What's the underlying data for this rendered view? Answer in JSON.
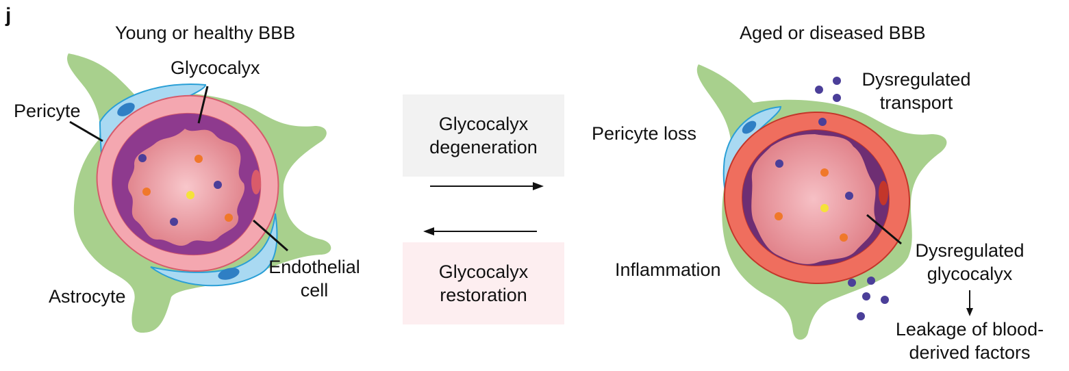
{
  "panel_letter": "j",
  "left": {
    "title": "Young or healthy BBB",
    "labels": {
      "glycocalyx": "Glycocalyx",
      "pericyte": "Pericyte",
      "endothelial": [
        "Endothelial",
        "cell"
      ],
      "astrocyte": "Astrocyte"
    }
  },
  "middle": {
    "degeneration": [
      "Glycocalyx",
      "degeneration"
    ],
    "restoration": [
      "Glycocalyx",
      "restoration"
    ]
  },
  "right": {
    "title": "Aged or diseased BBB",
    "labels": {
      "transport": [
        "Dysregulated",
        "transport"
      ],
      "pericyte_loss": "Pericyte loss",
      "inflammation": "Inflammation",
      "dysregulated_glycocalyx": [
        "Dysregulated",
        "glycocalyx"
      ],
      "leakage": [
        "Leakage of blood-",
        "derived factors"
      ]
    }
  },
  "colors": {
    "astrocyte": "#a8d08d",
    "pericyte": "#a9d9f2",
    "pericyte_nucleus": "#2f7fc4",
    "endothelial_healthy": "#f4a7b0",
    "endothelial_diseased": "#ef6e5e",
    "glycocalyx": "#8e3a8e",
    "lumen": "#e88e94",
    "factor_purple": "#4b3f99",
    "factor_orange": "#f0782a",
    "factor_yellow": "#f5e23a",
    "degeneration_box": "#f2f2f2",
    "restoration_box": "#fdeef0"
  }
}
